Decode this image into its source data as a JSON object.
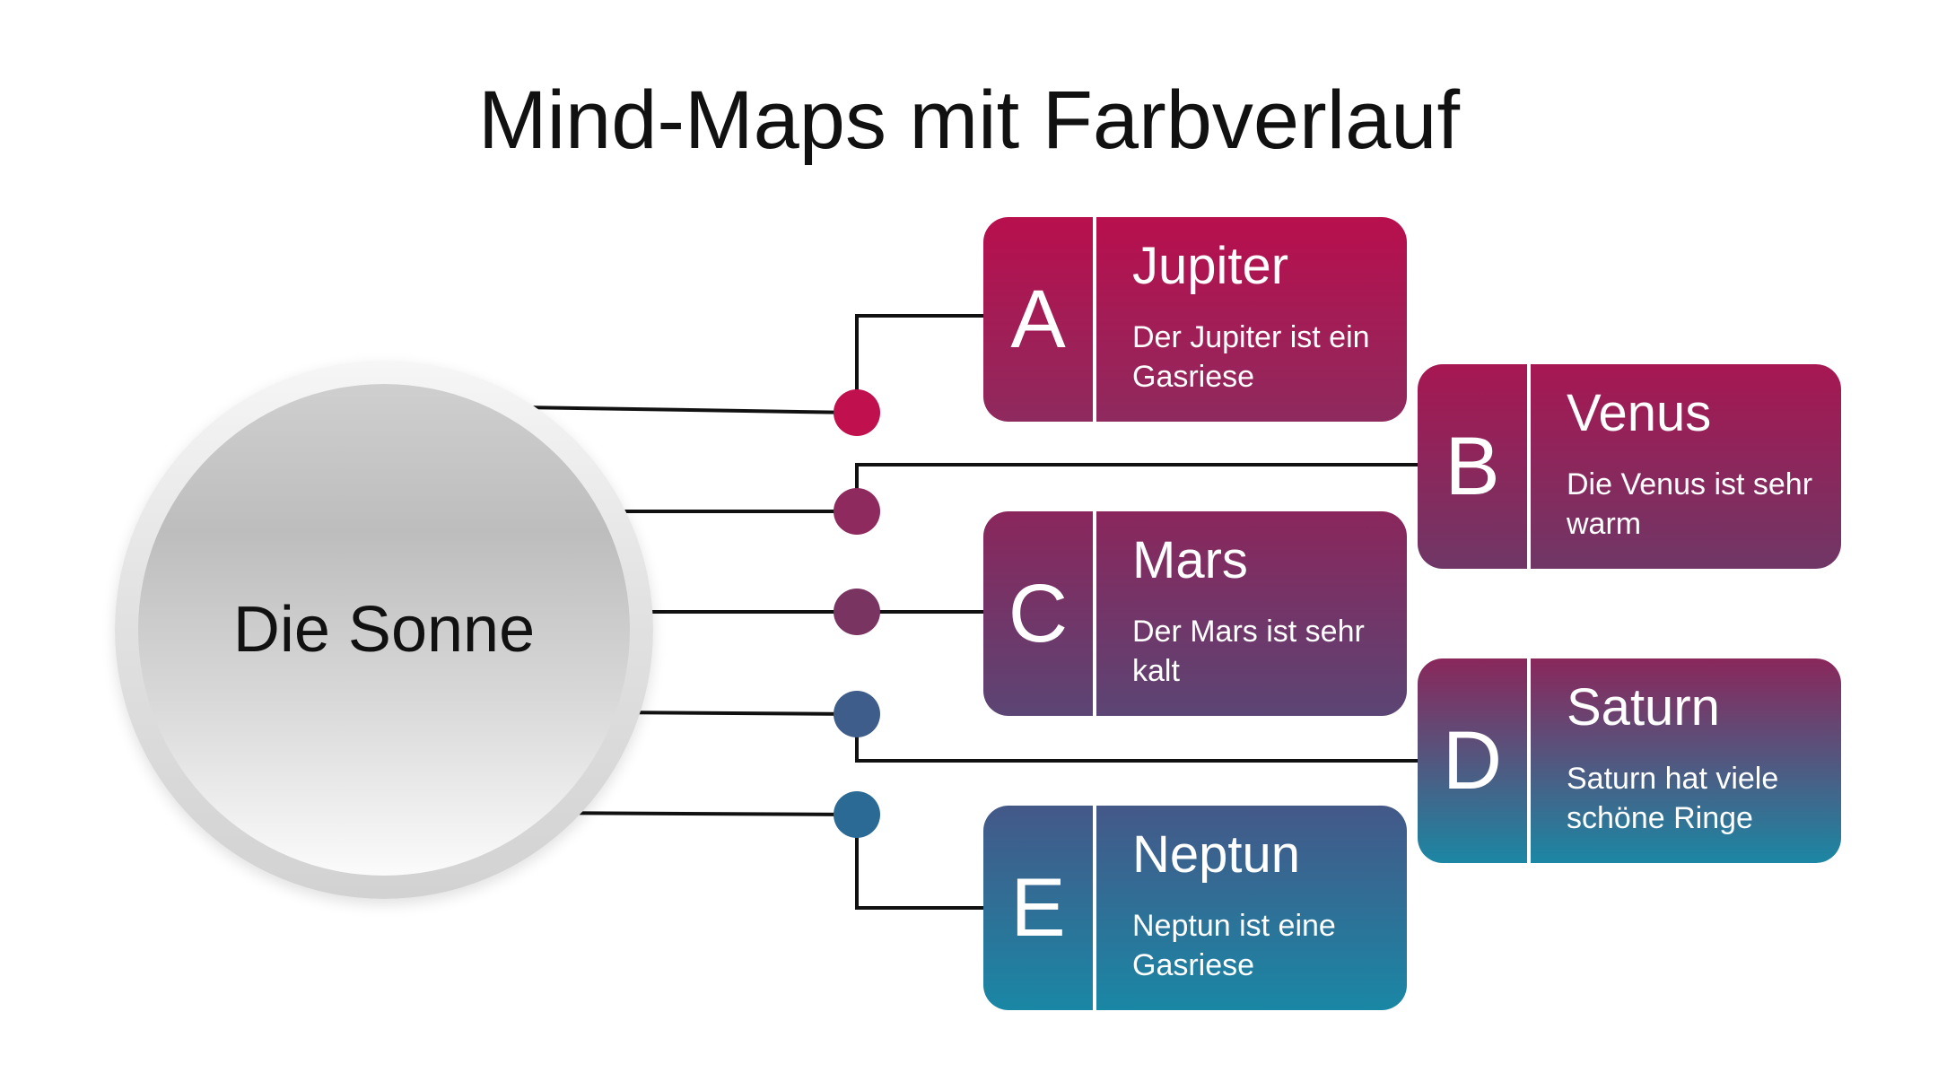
{
  "title": "Mind-Maps mit Farbverlauf",
  "center": {
    "label": "Die Sonne"
  },
  "nodes": [
    {
      "letter": "A",
      "name": "Jupiter",
      "description": "Der Jupiter ist ein Gasriese",
      "color_top": "#b80f4d",
      "color_bottom": "#8e2a5e",
      "dot_color": "#c0104e"
    },
    {
      "letter": "B",
      "name": "Venus",
      "description": "Die Venus ist sehr warm",
      "color_top": "#a71752",
      "color_bottom": "#6f3766",
      "dot_color": "#8e2a5e"
    },
    {
      "letter": "C",
      "name": "Mars",
      "description": "Der Mars ist sehr kalt",
      "color_top": "#8a265c",
      "color_bottom": "#5b4574",
      "dot_color": "#7a3462"
    },
    {
      "letter": "D",
      "name": "Saturn",
      "description": "Saturn hat viele schöne Ringe",
      "color_top": "#8a275b",
      "color_bottom": "#1b87a4",
      "dot_color": "#3f5d8a"
    },
    {
      "letter": "E",
      "name": "Neptun",
      "description": "Neptun ist eine Gasriese",
      "color_top": "#445888",
      "color_bottom": "#1a87a5",
      "dot_color": "#2c6a96"
    }
  ]
}
